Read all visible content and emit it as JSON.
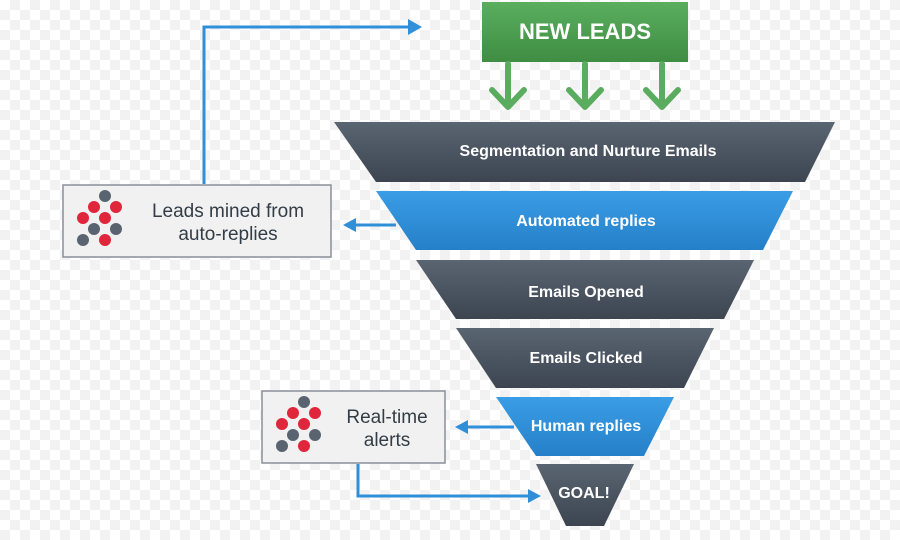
{
  "header": {
    "label": "NEW LEADS"
  },
  "funnel": {
    "stages": [
      {
        "label": "Segmentation and Nurture Emails",
        "color": "#4a5563"
      },
      {
        "label": "Automated replies",
        "color": "#2f8fd8"
      },
      {
        "label": "Emails Opened",
        "color": "#4a5563"
      },
      {
        "label": "Emails Clicked",
        "color": "#4a5563"
      },
      {
        "label": "Human replies",
        "color": "#2f8fd8"
      },
      {
        "label": "GOAL!",
        "color": "#4a5563"
      }
    ]
  },
  "side_boxes": {
    "mined": {
      "line1": "Leads mined from",
      "line2": "auto-replies"
    },
    "alerts": {
      "line1": "Real-time",
      "line2": "alerts"
    }
  },
  "colors": {
    "header_green": "#4a9c4e",
    "arrow_green": "#5aac5e",
    "connector_blue": "#2f8fd8",
    "logo_red": "#e0263a",
    "logo_gray": "#5a6470"
  },
  "icons": {
    "logo": "red-gray-dot-cluster-logo",
    "down": "green-down-arrow-icon",
    "connector": "blue-arrow-icon"
  }
}
